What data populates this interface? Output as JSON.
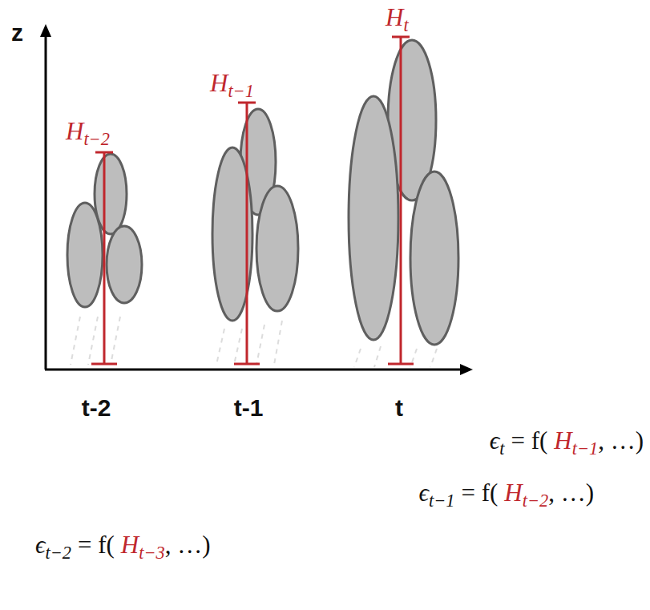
{
  "diagram": {
    "labels": [
      "z",
      "H",
      "t−2",
      "H",
      "t−1",
      "H",
      "t",
      "t-2",
      "t-1",
      "t",
      "ϵ",
      "t",
      "= f(",
      "H",
      "t−1",
      ", …)",
      "ϵ",
      "t−1",
      "= f(",
      "H",
      "t−2",
      ", …)",
      "ϵ",
      "t−2",
      "= f(",
      "H",
      "t−3",
      ", …)"
    ]
  }
}
